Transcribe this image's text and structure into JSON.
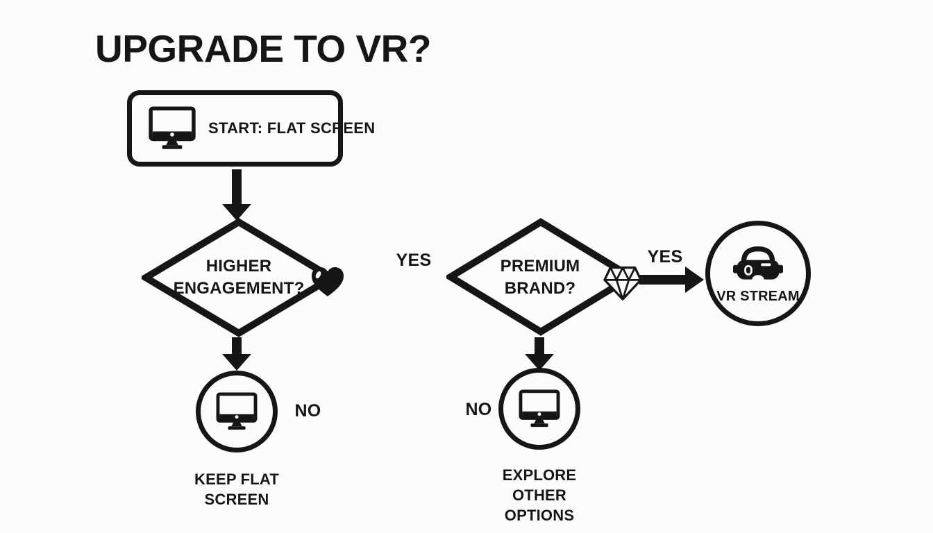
{
  "title": "UPGRADE TO VR?",
  "palette": {
    "ink": "#161616",
    "background": "#fcfcfc"
  },
  "nodes": {
    "start": {
      "label": "START: FLAT SCREEN",
      "icon": "monitor-icon"
    },
    "engagement": {
      "question": "HIGHER ENGAGEMENT?",
      "icon": "heart-icon"
    },
    "brand": {
      "question": "PREMIUM BRAND?",
      "icon": "gem-icon"
    },
    "vr_stream": {
      "label": "VR STREAM",
      "icon": "vr-headset-icon"
    },
    "keep_flat": {
      "caption": "KEEP FLAT SCREEN",
      "icon": "monitor-icon"
    },
    "explore": {
      "caption": "EXPLORE OTHER OPTIONS",
      "icon": "monitor-icon"
    }
  },
  "edge_labels": {
    "engagement_yes": "YES",
    "brand_yes": "YES",
    "engagement_no": "NO",
    "brand_no": "NO"
  }
}
